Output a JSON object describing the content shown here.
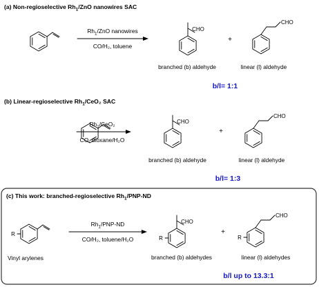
{
  "sections": [
    {
      "heading_main": "(a) Non-regioselective Rh",
      "heading_sub": "1",
      "heading_tail": "/ZnO nanowires SAC",
      "reagent_top_main": "Rh",
      "reagent_top_sub": "1",
      "reagent_top_tail": "/ZnO nanowires",
      "reagent_bottom": "CO/H₂, toluene",
      "product_branched": "branched (b) aldehyde",
      "product_linear": "linear (l) aldehyde",
      "ratio": "b/l= 1:1"
    },
    {
      "heading_main": "(b) Linear-regioselective Rh",
      "heading_sub": "1",
      "heading_tail": "/CeO₂ SAC",
      "reagent_top_main": "Rh",
      "reagent_top_sub": "1",
      "reagent_top_tail": "/CeO₂",
      "reagent_bottom": "CO, dioxane/H₂O",
      "product_branched": "branched (b) aldehyde",
      "product_linear": "linear (l) aldehyde",
      "ratio": "b/l= 1:3"
    },
    {
      "heading_main": "(c) This work: branched-regioselective Rh",
      "heading_sub": "1",
      "heading_tail": "/PNP-ND",
      "reagent_top_main": "Rh",
      "reagent_top_sub": "1",
      "reagent_top_tail": "/PNP-ND",
      "reagent_bottom": "CO/H₂, toluene/H₂O",
      "substrate_label": "Vinyl arylenes",
      "product_branched": "branched (b) aldehydes",
      "product_linear": "linear (l) aldehydes",
      "ratio": "b/l up to 13.3:1"
    }
  ],
  "atoms": {
    "aldehyde": "CHO",
    "substituent": "R",
    "plus": "+"
  },
  "colors": {
    "ratio": "#1515c8",
    "box_border": "#333333"
  }
}
